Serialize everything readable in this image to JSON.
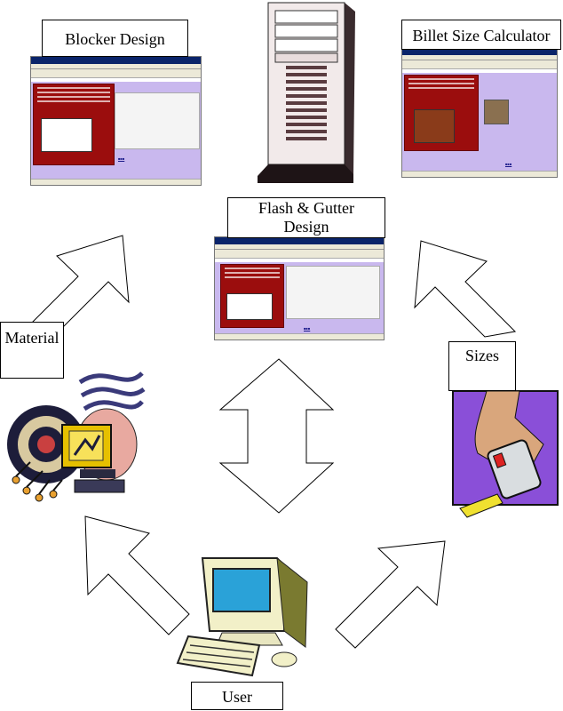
{
  "labels": {
    "blocker": "Blocker Design",
    "billet": "Billet Size Calculator",
    "flash": "Flash & Gutter\nDesign",
    "material": "Material",
    "sizes": "Sizes",
    "user": "User"
  },
  "icons": {
    "server": "tower-server-icon",
    "material": "gear-computer-clipart-icon",
    "sizes": "tape-measure-icon",
    "user": "desktop-computer-icon"
  },
  "colors": {
    "panel_red": "#9b0d0d",
    "page_lavender": "#c9b8ee",
    "tape_purple": "#8a4fd8"
  }
}
